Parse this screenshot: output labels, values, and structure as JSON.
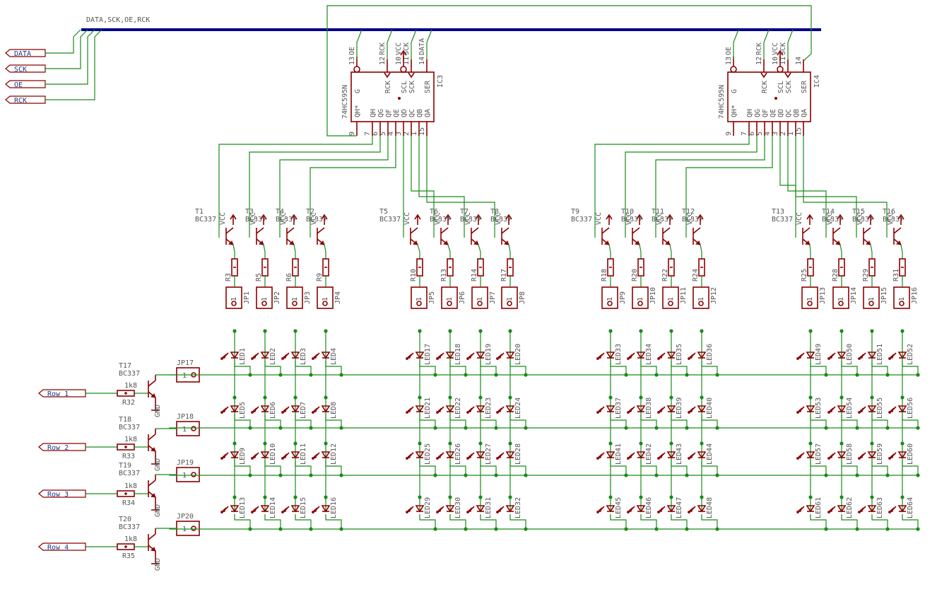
{
  "bus_label": "DATA,SCK,OE,RCK",
  "ports_top": [
    "DATA",
    "SCK",
    "OE",
    "RCK"
  ],
  "rows": [
    {
      "port": "Row 1",
      "t": "T17",
      "type": "BC337",
      "r": "R32",
      "rv": "1k8",
      "jp": "JP17",
      "gnd": "GND"
    },
    {
      "port": "Row 2",
      "t": "T18",
      "type": "BC337",
      "r": "R33",
      "rv": "1k8",
      "jp": "JP18",
      "gnd": "GND"
    },
    {
      "port": "Row 3",
      "t": "T19",
      "type": "BC337",
      "r": "R34",
      "rv": "1k8",
      "jp": "JP19",
      "gnd": "GND"
    },
    {
      "port": "Row 4",
      "t": "T20",
      "type": "BC337",
      "r": "R35",
      "rv": "1k8",
      "jp": "JP20",
      "gnd": "GND"
    }
  ],
  "ics": [
    {
      "name": "IC3",
      "part": "74HC595N",
      "top_pins": [
        {
          "num": "13",
          "sig": "OE",
          "net": "OE"
        },
        {
          "num": "12",
          "sig": "RCK",
          "net": "RCK"
        },
        {
          "num": "10",
          "sig": "SCL",
          "net": "VCC"
        },
        {
          "num": "11",
          "sig": "SCK",
          "net": "SCK"
        },
        {
          "num": "14",
          "sig": "SER",
          "net": "DATA"
        }
      ],
      "bottom_pins": [
        {
          "num": "9",
          "sig": "QH*"
        },
        {
          "num": "7",
          "sig": "QH"
        },
        {
          "num": "6",
          "sig": "QG"
        },
        {
          "num": "5",
          "sig": "QF"
        },
        {
          "num": "4",
          "sig": "QE"
        },
        {
          "num": "3",
          "sig": "QD"
        },
        {
          "num": "2",
          "sig": "QC"
        },
        {
          "num": "1",
          "sig": "QB"
        },
        {
          "num": "15",
          "sig": "QA"
        }
      ]
    },
    {
      "name": "IC4",
      "part": "74HC595N",
      "top_pins": [
        {
          "num": "13",
          "sig": "OE",
          "net": "OE"
        },
        {
          "num": "12",
          "sig": "RCK",
          "net": "RCK"
        },
        {
          "num": "10",
          "sig": "SCL",
          "net": "VCC"
        },
        {
          "num": "11",
          "sig": "SCK",
          "net": "SCK"
        },
        {
          "num": "14",
          "sig": "SER",
          "net": ""
        }
      ],
      "bottom_pins": [
        {
          "num": "9",
          "sig": "QH*"
        },
        {
          "num": "7",
          "sig": "QH"
        },
        {
          "num": "6",
          "sig": "QG"
        },
        {
          "num": "5",
          "sig": "QF"
        },
        {
          "num": "4",
          "sig": "QE"
        },
        {
          "num": "3",
          "sig": "QD"
        },
        {
          "num": "2",
          "sig": "QC"
        },
        {
          "num": "1",
          "sig": "QB"
        },
        {
          "num": "15",
          "sig": "QA"
        }
      ]
    }
  ],
  "vcc": "VCC",
  "columns": [
    {
      "t": "T1",
      "type": "BC337",
      "r": "R3",
      "jp": "JP1",
      "leds": [
        "LED1",
        "LED5",
        "LED9",
        "LED13"
      ]
    },
    {
      "t": "T3",
      "type": "BC337",
      "r": "R5",
      "jp": "JP2",
      "leds": [
        "LED2",
        "LED6",
        "LED10",
        "LED14"
      ]
    },
    {
      "t": "T4",
      "type": "BC337",
      "r": "R6",
      "jp": "JP3",
      "leds": [
        "LED3",
        "LED7",
        "LED11",
        "LED15"
      ]
    },
    {
      "t": "T2",
      "type": "BC337",
      "r": "R9",
      "jp": "JP4",
      "leds": [
        "LED4",
        "LED8",
        "LED12",
        "LED16"
      ]
    },
    {
      "t": "T5",
      "type": "BC337",
      "r": "R10",
      "jp": "JP5",
      "leds": [
        "LED17",
        "LED21",
        "LED25",
        "LED29"
      ]
    },
    {
      "t": "T6",
      "type": "BC337",
      "r": "R13",
      "jp": "JP6",
      "leds": [
        "LED18",
        "LED22",
        "LED26",
        "LED30"
      ]
    },
    {
      "t": "T7",
      "type": "BC337",
      "r": "R14",
      "jp": "JP7",
      "leds": [
        "LED19",
        "LED23",
        "LED27",
        "LED31"
      ]
    },
    {
      "t": "T8",
      "type": "BC337",
      "r": "R17",
      "jp": "JP8",
      "leds": [
        "LED20",
        "LED24",
        "LED28",
        "LED32"
      ]
    },
    {
      "t": "T9",
      "type": "BC337",
      "r": "R18",
      "jp": "JP9",
      "leds": [
        "LED33",
        "LED37",
        "LED41",
        "LED45"
      ]
    },
    {
      "t": "T10",
      "type": "BC337",
      "r": "R20",
      "jp": "JP10",
      "leds": [
        "LED34",
        "LED38",
        "LED42",
        "LED46"
      ]
    },
    {
      "t": "T11",
      "type": "BC337",
      "r": "R22",
      "jp": "JP11",
      "leds": [
        "LED35",
        "LED39",
        "LED43",
        "LED47"
      ]
    },
    {
      "t": "T12",
      "type": "BC337",
      "r": "R24",
      "jp": "JP12",
      "leds": [
        "LED36",
        "LED40",
        "LED44",
        "LED48"
      ]
    },
    {
      "t": "T13",
      "type": "BC337",
      "r": "R25",
      "jp": "JP13",
      "leds": [
        "LED49",
        "LED53",
        "LED57",
        "LED61"
      ]
    },
    {
      "t": "T14",
      "type": "BC337",
      "r": "R28",
      "jp": "JP14",
      "leds": [
        "LED50",
        "LED54",
        "LED58",
        "LED62"
      ]
    },
    {
      "t": "T15",
      "type": "BC337",
      "r": "R29",
      "jp": "JP15",
      "leds": [
        "LED51",
        "LED55",
        "LED59",
        "LED63"
      ]
    },
    {
      "t": "T16",
      "type": "BC337",
      "r": "R31",
      "jp": "JP16",
      "leds": [
        "LED52",
        "LED56",
        "LED60",
        "LED64"
      ]
    }
  ],
  "jp_pin": "1",
  "colors": {
    "wire": "#1a8a1a",
    "bus": "#00008b",
    "part": "#8b0000",
    "text": "#555555",
    "port_text": "#1a3a8b"
  }
}
